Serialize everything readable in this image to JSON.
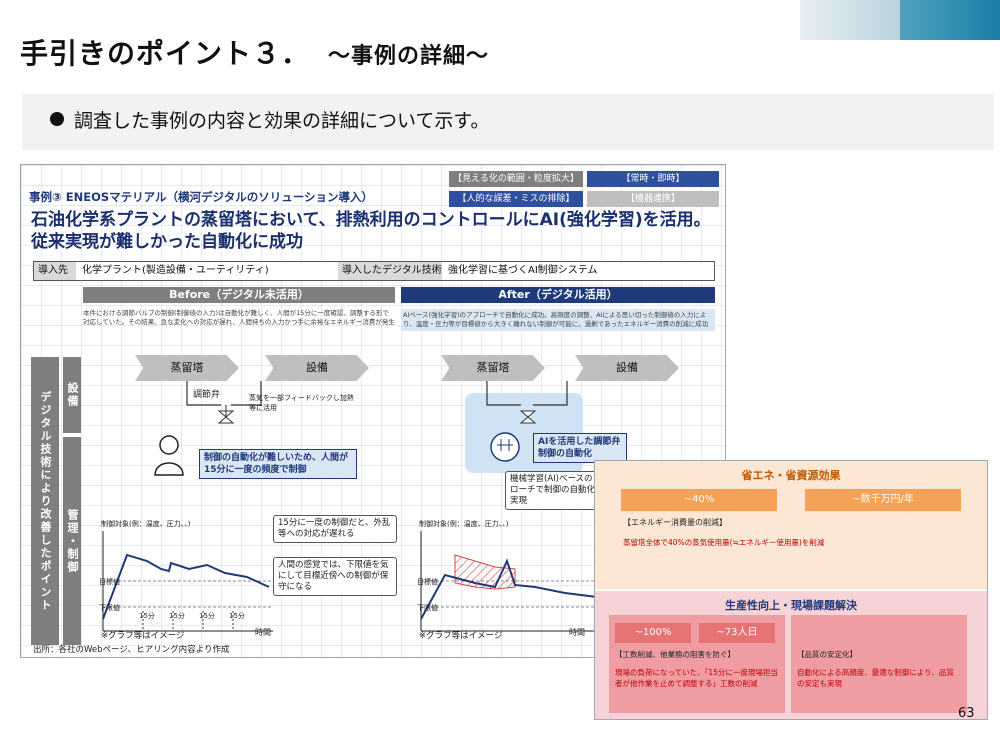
{
  "header": {
    "title": "手引きのポイント３．",
    "subtitle": "～事例の詳細～"
  },
  "bullet": {
    "text": "調査した事例の内容と効果の詳細について示す。"
  },
  "case": {
    "label": "事例③ ENEOSマテリアル（横河デジタルのソリューション導入）",
    "tags": [
      {
        "label": "【見える化の範囲・粒度拡大】",
        "color": "#7f7f7f"
      },
      {
        "label": "【常時・即時】",
        "color": "#2f4f9f"
      },
      {
        "label": "【人的な誤差・ミスの排除】",
        "color": "#2f4f9f"
      },
      {
        "label": "【機器連携】",
        "color": "#bfbfbf"
      }
    ],
    "headline_line1": "石油化学系プラントの蒸留塔において、排熱利用のコントロールにAI(強化学習)を活用。",
    "headline_line2": "従来実現が難しかった自動化に成功",
    "intro_head": "導入先",
    "intro_value": "化学プラント(製造設備・ユーティリティ)",
    "tech_head": "導入したデジタル技術",
    "tech_value": "強化学習に基づくAI制御システム",
    "before_label": "Before（デジタル未活用）",
    "after_label": "After（デジタル活用）",
    "before_desc": "本件における調節バルブの制御(制御値の入力)は自動化が難しく、人間が15分に一度確認、調整する形で対応していた。その結果、急な変化への対応が遅れ、人間持ちの入力かつ手に余裕なエネルギー消費が発生",
    "after_desc": "AIベース(強化学習)のアプローチで自動化に成功。高頻度の調整、AIによる思い切った制御値の入力により、温度・圧力等が目標値から大きく離れない制御が可能に。過剰であったエネルギー消費の削減に成功",
    "side_vertical": "デジタル技術により改善したポイント",
    "side_equipment": "設備",
    "side_control": "管理・制御",
    "flow_a": "蒸留塔",
    "flow_b": "設備",
    "valve_label": "調節弁",
    "steam_note": "蒸気を一部フィードバックし加熱等に活用",
    "before_callout": "制御の自動化が難しいため、人間が15分に一度の頻度で制御",
    "after_callout": "AIを活用した調節弁制御の自動化",
    "after_ml_box": "機械学習(AI)ベースのアプローチで制御の自動化を実現",
    "chart_title": "制御対象(例：温度、圧力、、)",
    "note_15min": "15分に一度の制御だと、外乱等への対応が遅れる",
    "note_human": "人間の感覚では、下限値を気にして目標近傍への制御が保守になる",
    "target_label": "目標値",
    "lower_label": "下限値",
    "tick_15": "15分",
    "time_label": "時間",
    "graph_note": "※グラフ等はイメージ",
    "source": "出所：各社のWebページ、ヒアリング内容より作成"
  },
  "effects": {
    "top_title": "省エネ・省資源効果",
    "top_value1": "~40%",
    "top_value2": "~数千万円/年",
    "top_sub": "【エネルギー消費量の削減】",
    "top_detail": "蒸留塔全体で40%の蒸気使用量(≒エネルギー使用量)を削減",
    "bottom_title": "生産性向上・現場課題解決",
    "bottom_value1": "~100%",
    "bottom_value2": "~73人日",
    "bottom_sub1": "【工数削減、他業務の阻害を防ぐ】",
    "bottom_sub2": "【品質の安定化】",
    "bottom_detail1": "現場の負荷になっていた、「15分に一度現場担当者が他作業を止めて調整する」工数の削減",
    "bottom_detail2": "自動化による高頻度、最適な制御により、品質の安定も実現"
  },
  "page_number": "63",
  "colors": {
    "navy": "#1f3a7a",
    "accent_orange": "#f4a257",
    "accent_pink": "#ea8c90",
    "red_text": "#c00000"
  }
}
